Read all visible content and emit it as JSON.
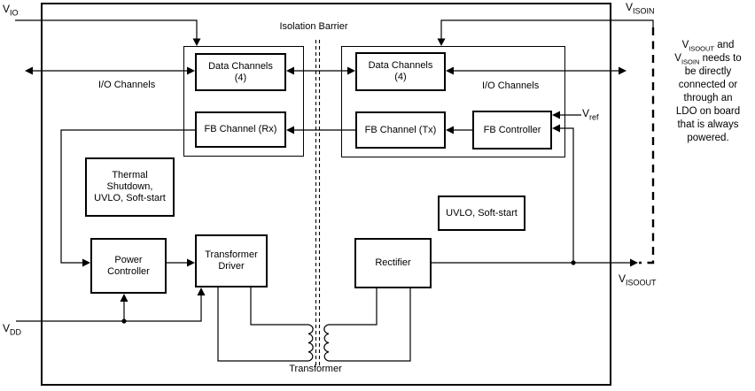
{
  "diagram": {
    "isolation_barrier_label": "Isolation Barrier",
    "transformer_label": "Transformer",
    "io_channels_left": "I/O Channels",
    "io_channels_right": "I/O Channels",
    "blocks": {
      "data_channels_left": {
        "line1": "Data Channels",
        "line2": "(4)"
      },
      "data_channels_right": {
        "line1": "Data Channels",
        "line2": "(4)"
      },
      "fb_channel_rx": "FB Channel (Rx)",
      "fb_channel_tx": "FB Channel (Tx)",
      "fb_controller": "FB Controller",
      "thermal": {
        "line1": "Thermal",
        "line2": "Shutdown,",
        "line3": "UVLO, Soft-start"
      },
      "power_controller": {
        "line1": "Power",
        "line2": "Controller"
      },
      "transformer_driver": {
        "line1": "Transformer",
        "line2": "Driver"
      },
      "rectifier": "Rectifier",
      "uvlo": "UVLO, Soft-start"
    },
    "pins": {
      "vio": {
        "base": "V",
        "sub": "IO"
      },
      "visoin": {
        "base": "V",
        "sub": "ISOIN"
      },
      "vdd": {
        "base": "V",
        "sub": "DD"
      },
      "visoout": {
        "base": "V",
        "sub": "ISOOUT"
      },
      "vref": {
        "base": "V",
        "sub": "ref"
      }
    },
    "note": {
      "line1": {
        "base": "V",
        "sub": "ISOOUT",
        "rest": " and"
      },
      "line2": {
        "base": "V",
        "sub": "ISOIN",
        "rest": " needs to"
      },
      "line3": "be directly",
      "line4": "connected or",
      "line5": "through an",
      "line6": "LDO on board",
      "line7": "that is always",
      "line8": "powered."
    },
    "colors": {
      "line": "#000000",
      "background": "#ffffff"
    }
  }
}
